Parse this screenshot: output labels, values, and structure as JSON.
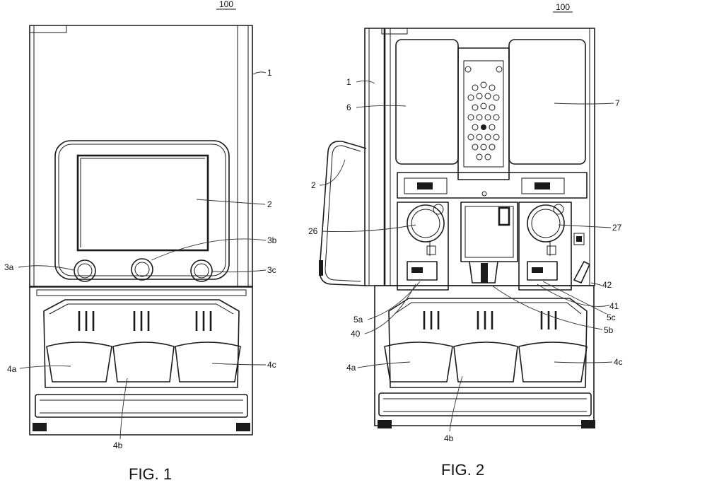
{
  "fig1": {
    "ref": "100",
    "caption": "FIG. 1",
    "labels": {
      "housing": "1",
      "display": "2",
      "btn_a": "3a",
      "btn_b": "3b",
      "btn_c": "3c",
      "cup_a": "4a",
      "cup_b": "4b",
      "cup_c": "4c"
    }
  },
  "fig2": {
    "ref": "100",
    "caption": "FIG. 2",
    "labels": {
      "housing": "1",
      "display": "2",
      "left_tank": "6",
      "right_tank": "7",
      "left_pump": "26",
      "right_pump": "27",
      "outlet_a": "5a",
      "outlet_b": "5b",
      "outlet_c": "5c",
      "sensor_40": "40",
      "sensor_41": "41",
      "sensor_42": "42",
      "cup_a": "4a",
      "cup_b": "4b",
      "cup_c": "4c"
    }
  }
}
